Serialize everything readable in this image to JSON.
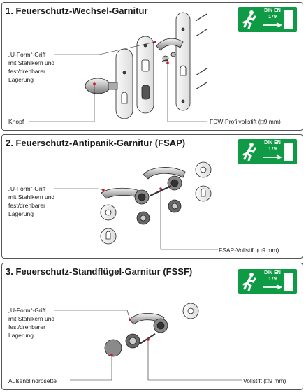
{
  "sections": [
    {
      "title": "1. Feuerschutz-Wechsel-Garnitur",
      "handle_label_lines": [
        "„U-Form“-Griff",
        "mit Stahlkern und",
        "fest/drehbarer",
        "Lagerung"
      ],
      "knob_label": "Knopf",
      "pin_label": "FDW-Profilvollstift (□9 mm)"
    },
    {
      "title": "2. Feuerschutz-Antipanik-Garnitur (FSAP)",
      "handle_label_lines": [
        "„U-Form“-Griff",
        "mit Stahlkern und",
        "fest/drehbarer",
        "Lagerung"
      ],
      "pin_label": "FSAP-Vollstift (□9 mm)"
    },
    {
      "title": "3. Feuerschutz-Standflügel-Garnitur (FSSF)",
      "handle_label_lines": [
        "„U-Form“-Griff",
        "mit Stahlkern und",
        "fest/drehbarer",
        "Lagerung"
      ],
      "rosette_label": "Außenblindrosette",
      "pin_label": "Vollstift (□9 mm)"
    }
  ],
  "sign": {
    "line1": "DIN EN",
    "line2": "179"
  },
  "colors": {
    "sign_green": "#0f9a45",
    "accent_red": "#d0142c"
  }
}
